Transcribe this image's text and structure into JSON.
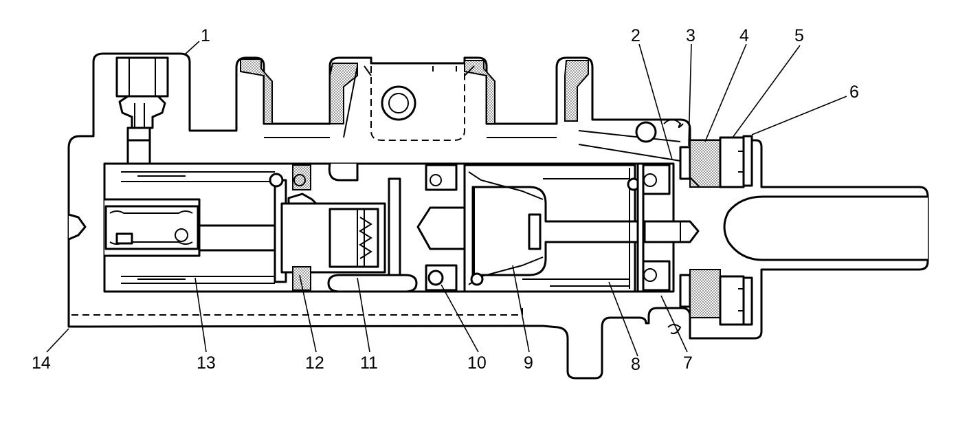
{
  "colors": {
    "line": "#000000",
    "background": "#ffffff",
    "seal_stipple": "#b8b8b8"
  },
  "callouts": [
    {
      "id": "1",
      "text": "1"
    },
    {
      "id": "2",
      "text": "2"
    },
    {
      "id": "3",
      "text": "3"
    },
    {
      "id": "4",
      "text": "4"
    },
    {
      "id": "5",
      "text": "5"
    },
    {
      "id": "6",
      "text": "6"
    },
    {
      "id": "7",
      "text": "7"
    },
    {
      "id": "8",
      "text": "8"
    },
    {
      "id": "9",
      "text": "9"
    },
    {
      "id": "10",
      "text": "10"
    },
    {
      "id": "11",
      "text": "11"
    },
    {
      "id": "12",
      "text": "12"
    },
    {
      "id": "13",
      "text": "13"
    },
    {
      "id": "14",
      "text": "14"
    }
  ]
}
